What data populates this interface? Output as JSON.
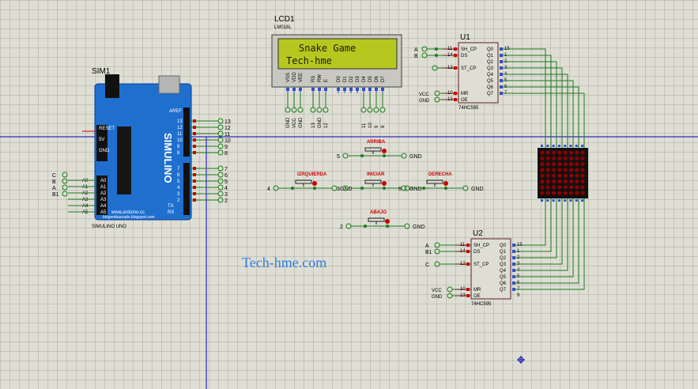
{
  "lcd": {
    "ref": "LCD1",
    "model": "LM016L",
    "line1": "Snake Game",
    "line2": "Tech-hme",
    "pins": [
      "VSS",
      "VDD",
      "VEE",
      "RS",
      "RW",
      "E",
      "D0",
      "D1",
      "D2",
      "D3",
      "D4",
      "D5",
      "D6",
      "D7"
    ],
    "bottom_labels": [
      "GND",
      "VCC",
      "GND",
      "13",
      "GND",
      "12",
      "11",
      "10",
      "9",
      "8"
    ]
  },
  "arduino": {
    "ref": "SIM1",
    "name": "SIMULINO UNO",
    "logo": "SIMULINO",
    "site": "www.arduino.cc",
    "blog": "blogembarcado.blogspot.com",
    "left_labels": [
      "C",
      "B",
      "A",
      "B1"
    ],
    "analog_pins": [
      "A0",
      "A1",
      "A2",
      "A3",
      "A4",
      "A5"
    ],
    "power_pins": [
      "RESET",
      "5V",
      "GND"
    ],
    "digital_right_top": [
      "13",
      "12",
      "11",
      "10",
      "9",
      "8"
    ],
    "digital_right_bottom": [
      "7",
      "6",
      "5",
      "4",
      "3",
      "2"
    ],
    "tx": "TX",
    "rx": "RX",
    "aref": "AREF"
  },
  "shift_u1": {
    "ref": "U1",
    "model": "74HC595",
    "left_pins": [
      "SH_CP",
      "DS",
      "ST_CP",
      "MR",
      "OE"
    ],
    "pin_nums_left": [
      "11",
      "14",
      "12",
      "10",
      "13"
    ],
    "outputs": [
      "Q0",
      "Q1",
      "Q2",
      "Q3",
      "Q4",
      "Q5",
      "Q6",
      "Q7"
    ],
    "pin_nums_right": [
      "15",
      "1",
      "2",
      "3",
      "4",
      "5",
      "6",
      "7"
    ],
    "inputs": [
      "A",
      "B",
      "VCC",
      "GND"
    ]
  },
  "shift_u2": {
    "ref": "U2",
    "model": "74HC595",
    "left_pins": [
      "SH_CP",
      "DS",
      "ST_CP",
      "MR",
      "OE"
    ],
    "pin_nums_left": [
      "11",
      "14",
      "12",
      "10",
      "13"
    ],
    "outputs": [
      "Q0",
      "Q1",
      "Q2",
      "Q3",
      "Q4",
      "Q5",
      "Q6",
      "Q7"
    ],
    "pin_nums_right": [
      "15",
      "1",
      "2",
      "3",
      "4",
      "5",
      "6",
      "7"
    ],
    "extra_right": "9",
    "inputs": [
      "A",
      "B1",
      "C",
      "VCC",
      "GND"
    ]
  },
  "buttons": {
    "arriba": {
      "name": "ARRIBA",
      "pin": "5",
      "gnd": "GND"
    },
    "izquierda": {
      "name": "IZRQUIERDA",
      "pin": "4",
      "gnd": "GND"
    },
    "iniciar": {
      "name": "INICIAR",
      "pin": "3",
      "gnd": "GND"
    },
    "derecha": {
      "name": "DERECHA",
      "pin": "6",
      "gnd": "GND"
    },
    "abajo": {
      "name": "ABAJO",
      "pin": "2",
      "gnd": "GND"
    }
  },
  "watermark": "Tech-hme.com"
}
